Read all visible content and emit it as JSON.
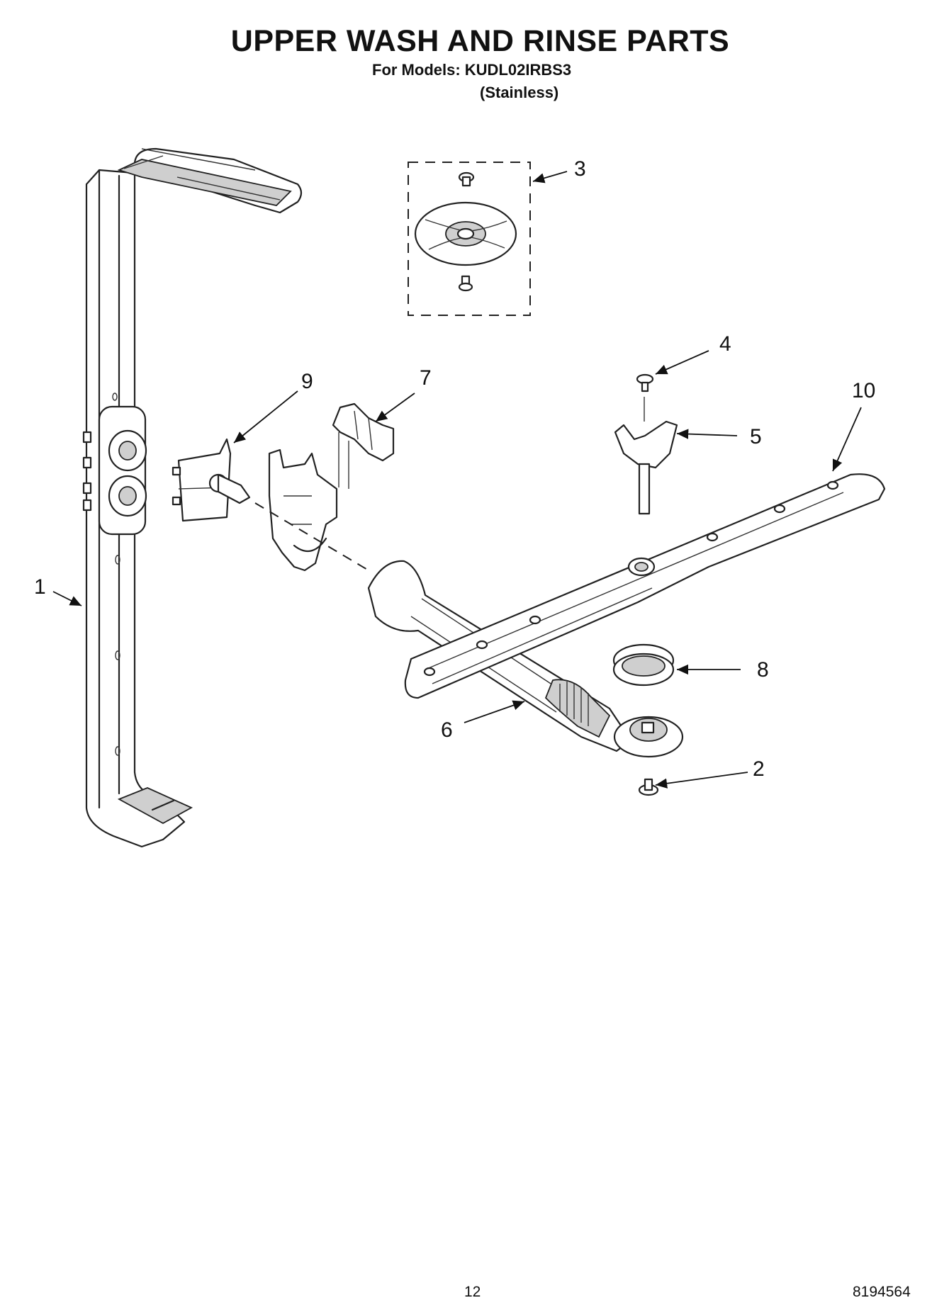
{
  "header": {
    "title": "UPPER WASH AND RINSE PARTS",
    "models": "For Models: KUDL02IRBS3",
    "variant": "(Stainless)"
  },
  "callouts": [
    "1",
    "2",
    "3",
    "4",
    "5",
    "6",
    "7",
    "8",
    "9",
    "10"
  ],
  "footer": {
    "page_number": "12",
    "doc_number": "8194564"
  }
}
